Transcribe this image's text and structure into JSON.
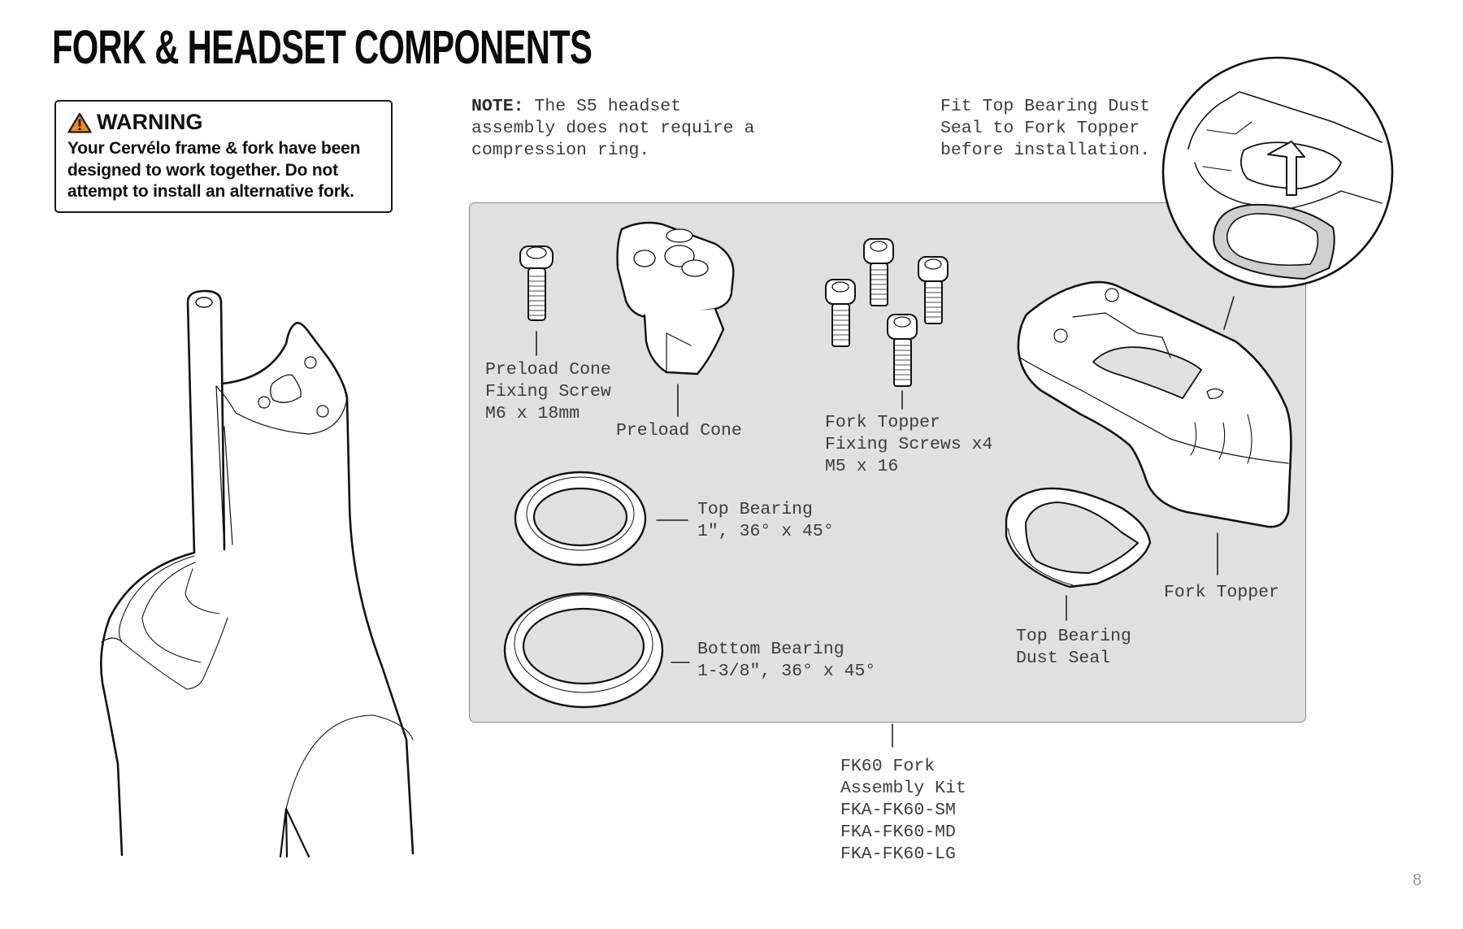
{
  "page": {
    "title": "FORK & HEADSET COMPONENTS",
    "page_number": "8"
  },
  "warning": {
    "icon": "warning-triangle-icon",
    "icon_color": "#f08a24",
    "heading": "WARNING",
    "body": "Your Cervélo frame & fork have been designed to work together. Do not attempt to install an alternative fork."
  },
  "note": {
    "label": "NOTE:",
    "text_line1": " The S5 headset",
    "text_line2": "assembly does not require a",
    "text_line3": "compression ring."
  },
  "detail_callout": {
    "line1": "Fit Top Bearing Dust",
    "line2": "Seal to Fork Topper",
    "line3": "before installation."
  },
  "components": [
    {
      "id": "preload-cone-fixing-screw",
      "lines": [
        "Preload Cone",
        "Fixing Screw",
        "M6 x 18mm"
      ]
    },
    {
      "id": "preload-cone",
      "lines": [
        "Preload Cone"
      ]
    },
    {
      "id": "fork-topper-fixing-screws",
      "lines": [
        "Fork Topper",
        "Fixing Screws x4",
        "M5 x 16"
      ]
    },
    {
      "id": "top-bearing",
      "lines": [
        "Top Bearing",
        "1\", 36° x 45°"
      ]
    },
    {
      "id": "bottom-bearing",
      "lines": [
        "Bottom Bearing",
        "1-3/8\", 36° x 45°"
      ]
    },
    {
      "id": "top-bearing-dust-seal",
      "lines": [
        "Top Bearing",
        "Dust Seal"
      ]
    },
    {
      "id": "fork-topper",
      "lines": [
        "Fork Topper"
      ]
    }
  ],
  "kit": {
    "lines": [
      "FK60 Fork",
      "Assembly Kit",
      "FKA-FK60-SM",
      "FKA-FK60-MD",
      "FKA-FK60-LG"
    ]
  },
  "colors": {
    "panel_bg": "#e0e0e0",
    "label_text": "#3c3c3c",
    "line_art": "#111111"
  }
}
